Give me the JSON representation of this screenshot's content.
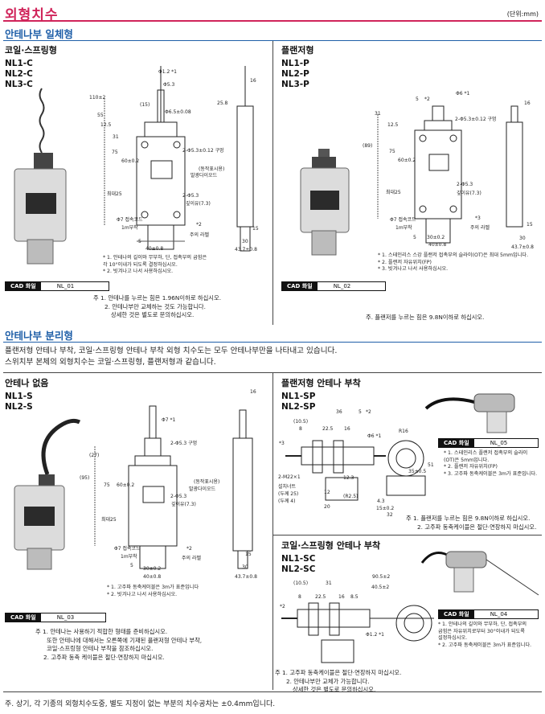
{
  "header": {
    "title": "외형치수",
    "unit": "(단위:mm)"
  },
  "section1": {
    "title": "안테나부 일체형",
    "coil": {
      "heading": "코일·스프링형",
      "models": [
        "NL1-C",
        "NL2-C",
        "NL3-C"
      ],
      "notes": [
        "* 1. 안테나의 길이와 무부하, 단, 접촉부의 굽힘은",
        "   각 10°이내가 되도록 결정하십시오.",
        "* 2. 빗겨나고 나서 사용하십시오."
      ],
      "cad_label": "CAD 화일",
      "cad_code": "NL_01",
      "footnotes": [
        "주 1. 안테나를 누르는 힘은 1.96N이하로 하십시오.",
        "2. 안테나부만 교체하는 것도 가능합니다.",
        "상세한 것은 별도로 문의하십시오."
      ],
      "dims": [
        "Φ1.2 *1",
        "Φ5.3",
        "(15)",
        "Φ6.5±0.08",
        "110±2",
        "55",
        "12.5",
        "75",
        "60±0.2",
        "31",
        "2-Φ5.3±0.12 구멍",
        "(동작표시용)",
        "발광다이오드",
        "최대25",
        "2-Φ5.3",
        "깊이유(7.3)",
        "Φ7 접속코드",
        "1m부착",
        "*2",
        "주의 라벨",
        "5",
        "40±0.8",
        "16",
        "25.8",
        "15",
        "30",
        "43.7±0.8"
      ]
    },
    "plunger": {
      "heading": "플랜저형",
      "models": [
        "NL1-P",
        "NL2-P",
        "NL3-P"
      ],
      "notes": [
        "* 1. 스테인리스 스강 플랜저 접촉부의 슬라이(OT)은 최대 5mm입니다.",
        "* 2. 플랜저 자유위치(FP)",
        "* 3. 빗겨나고 나서 사용하십시오."
      ],
      "cad_label": "CAD 화일",
      "cad_code": "NL_02",
      "footnotes": [
        "주. 플랜저를 누르는 힘은 9.8N이하로 하십시오."
      ],
      "dims": [
        "5",
        "*2",
        "Φ6 *1",
        "31",
        "12.5",
        "(89)",
        "75",
        "60±0.2",
        "2-Φ5.3±0.12 구멍",
        "최대25",
        "2-Φ5.3",
        "깊이유(7.3)",
        "Φ7 접속코드",
        "1m부착",
        "*3",
        "주의 라벨",
        "5",
        "30±0.2",
        "40±0.8",
        "16",
        "15",
        "30",
        "43.7±0.8"
      ]
    }
  },
  "section2": {
    "title": "안테나부 분리형",
    "intro": [
      "플랜저형 안테나 부착, 코일·스프링형 안테나 부착 외형 치수도는 모두 안테나부만을 나타내고 있습니다.",
      "스위치부 본체의 외형치수는 코일·스프링형, 플랜저형과 같습니다."
    ],
    "no_antenna": {
      "heading": "안테나 없음",
      "models": [
        "NL1-S",
        "NL2-S"
      ],
      "notes": [
        "* 1. 고주파 동축케이블은 3m가 표준입니다",
        "* 2. 빗겨나고 나서 사용하십시오."
      ],
      "cad_label": "CAD 화일",
      "cad_code": "NL_03",
      "footnotes": [
        "주 1. 안테나는 사용하기 적합한 형태를 준비하십시오.",
        "또한 안테나에 대해서는 오른쪽에 기재된 플랜저형 안테나 부착,",
        "코일·스프링형 안테나 부착을 참조하십시오.",
        "2. 고주파 동축 케이블은 절단·연장하지 마십시오."
      ],
      "dims": [
        "Φ7 *1",
        "(27)",
        "(95)",
        "75",
        "60±0.2",
        "2-Φ5.3 구멍",
        "(동작표시용)",
        "발광다이오드",
        "2-Φ5.3",
        "깊이유(7.3)",
        "최대25",
        "Φ7 접속코드",
        "1m부착",
        "*2",
        "주의 라벨",
        "5",
        "30±0.2",
        "40±0.8",
        "16",
        "15",
        "30",
        "43.7±0.8"
      ]
    },
    "plunger_sp": {
      "heading": "플랜저형 안테나 부착",
      "models": [
        "NL1-SP",
        "NL2-SP"
      ],
      "cad_label": "CAD 화일",
      "cad_code": "NL_05",
      "notes": [
        "* 1. 스테인리스 플랜저 접촉부의 슬라이",
        "   (OT)은 5mm입니다.",
        "* 2. 플랜저 자유위치(FP)",
        "* 3. 고주파 동축케이블은 3m가 표준입니다."
      ],
      "footnotes": [
        "주 1. 플랜저를 누르는 힘은 9.8N이하로 하십시오.",
        "2. 고주파 동축케이블은 절단·연장하지 마십시오."
      ],
      "dims": [
        "36",
        "5",
        "*2",
        "(10.5)",
        "8",
        "22.5",
        "16",
        "Φ6 *1",
        "R16",
        "*3",
        "2-M22×1",
        "설치너트",
        "(두께 25)",
        "(두께 4)",
        "12.3",
        "12",
        "20",
        "(R2.5)",
        "35±0.5",
        "51",
        "4.3",
        "15±0.2",
        "32"
      ]
    },
    "coil_sc": {
      "heading": "코일·스프링형 안테나 부착",
      "models": [
        "NL1-SC",
        "NL2-SC"
      ],
      "cad_label": "CAD 화일",
      "cad_code": "NL_04",
      "notes": [
        "* 1. 안테나의 길이와 무부하, 단, 접촉부의",
        "   굽힘은 자유위치로부터 30°이내가 되도록",
        "   설정하십시오.",
        "* 2. 고주파 동축케이블은 3m가 표준입니다."
      ],
      "footnotes": [
        "주 1. 고주파 동축케이블은 절단·연장하지 마십시오.",
        "2. 안테나부만 교체가 가능합니다.",
        "상세한 것은 별도로 문의하십시오."
      ],
      "dims": [
        "90.5±2",
        "(10.5)",
        "31",
        "40.5±2",
        "8",
        "22.5",
        "16",
        "8.5",
        "*2",
        "Φ1.2 *1"
      ]
    }
  },
  "bottom_note": "주. 상기, 각 기종의 외형치수도중, 별도 지정이 없는 부분의 치수공차는 ±0.4mm입니다."
}
